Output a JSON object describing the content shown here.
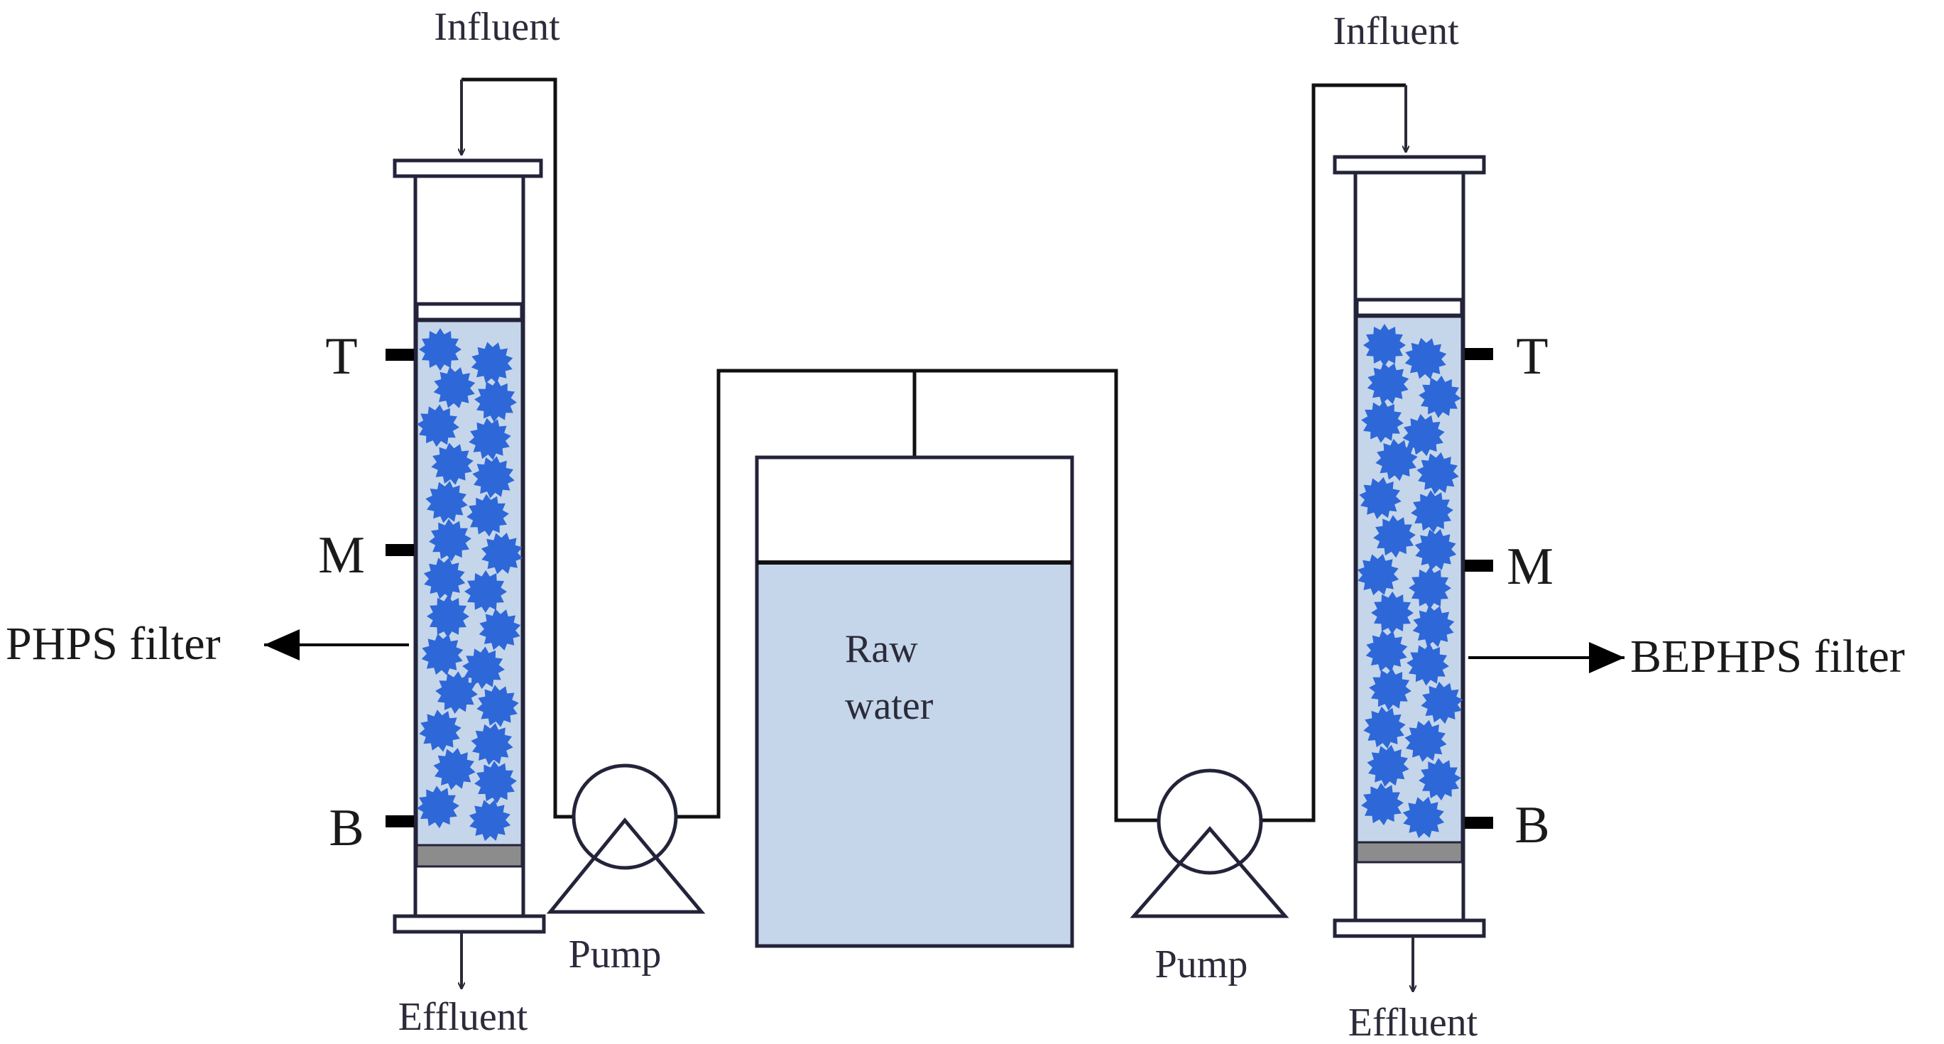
{
  "left_filter": {
    "influent_label": "Influent",
    "effluent_label": "Effluent",
    "filter_label": "PHPS filter",
    "ports": [
      "T",
      "M",
      "B"
    ]
  },
  "right_filter": {
    "influent_label": "Influent",
    "effluent_label": "Effluent",
    "filter_label": "BEPHPS filter",
    "ports": [
      "T",
      "M",
      "B"
    ]
  },
  "tank": {
    "label_line1": "Raw",
    "label_line2": "water",
    "water_color": "#c5d6ea"
  },
  "pumps": {
    "left_label": "Pump",
    "right_label": "Pump"
  },
  "colors": {
    "filter_media": "#c5d6ea",
    "media_beads": "#2d67d8",
    "support_layer": "#8c8c8c"
  }
}
